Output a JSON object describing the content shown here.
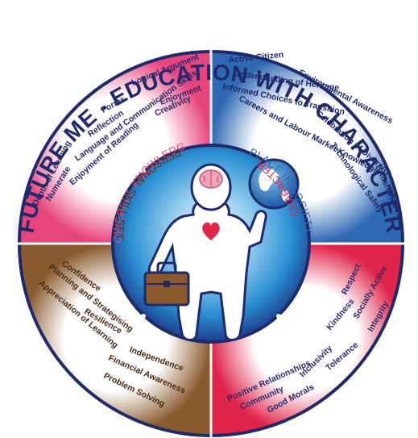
{
  "title": "FUTURE ME - EDUCATION WITH CHARACTER",
  "quadrants": {
    "powerful_knowledge": {
      "title": "POWERFUL KNOWLEDGE",
      "items": [
        "Forms",
        "Logical Argument",
        "Enjoyment",
        "Reflection",
        "Language and Communication Skills",
        "Creativity",
        "Enjoyment of Reading",
        "Depth of Learning",
        "Numerate"
      ]
    },
    "place_in_society": {
      "title": "PLACE IN SOCIETY",
      "items": [
        "Active Citizen",
        "Environmental Awareness",
        "Understanding of Heritage",
        "Celebration of Diversity",
        "Informed Choices to Transition",
        "Technological Safety",
        "Careers and Labour Market Knowledge",
        "British Values"
      ]
    },
    "personal_skill_set": {
      "title": "PERSONAL SKILL SET",
      "items": [
        "Confidence",
        "Planning and Strategising",
        "Appreciation of Learning",
        "Resilience",
        "Independence",
        "Financial Awareness",
        "Problem Solving"
      ]
    },
    "character": {
      "title": "CHARACTER",
      "items": [
        "Respect",
        "Socially Active",
        "Kindness",
        "Integrity",
        "Inclusivity",
        "Tolerance",
        "Positive Relationships",
        "Community",
        "Good Morals"
      ]
    }
  },
  "colors": {
    "navy": "#1f2a6b",
    "pink": "#e7457d",
    "blue": "#2f69b3",
    "brown": "#8a5a2e",
    "red": "#e0254a",
    "heart": "#e0254a"
  },
  "icons": [
    "brain-icon",
    "heart-icon",
    "globe-icon",
    "briefcase-icon"
  ]
}
